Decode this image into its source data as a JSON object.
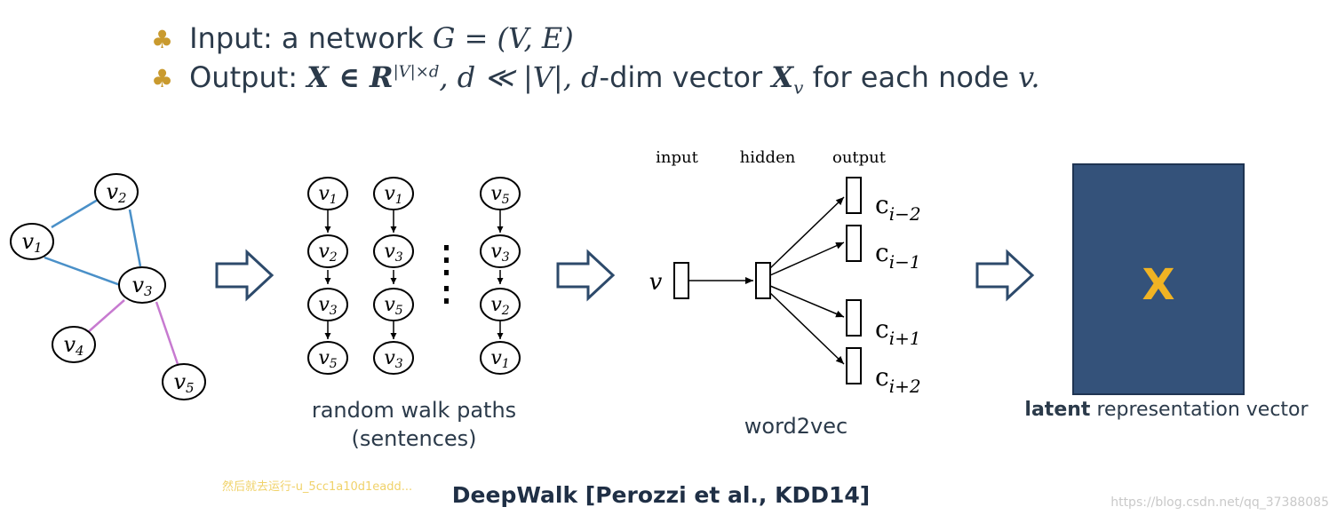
{
  "bullets": {
    "input_label": "Input:",
    "input_text": "a network",
    "input_formula": "G = (V, E)",
    "output_label": "Output:",
    "output_formula": "X ∈ R",
    "output_sup": "|V|×d",
    "output_cond": ", d ≪ |V|,",
    "output_d": "d",
    "output_dim": "-dim vector",
    "output_xv": "X",
    "output_v_sub": "v",
    "output_tail": "for each node",
    "output_node": "v."
  },
  "graph": {
    "nodes": [
      {
        "id": "v1",
        "base": "v",
        "sub": "1"
      },
      {
        "id": "v2",
        "base": "v",
        "sub": "2"
      },
      {
        "id": "v3",
        "base": "v",
        "sub": "3"
      },
      {
        "id": "v4",
        "base": "v",
        "sub": "4"
      },
      {
        "id": "v5",
        "base": "v",
        "sub": "5"
      }
    ],
    "edge_colors": {
      "blue": "#4a90c8",
      "pink": "#c77ad0"
    }
  },
  "walks": {
    "paths": [
      [
        "1",
        "2",
        "3",
        "5"
      ],
      [
        "1",
        "3",
        "5",
        "3"
      ],
      [
        "5",
        "3",
        "2",
        "1"
      ]
    ],
    "caption_line1": "random walk paths",
    "caption_line2": "(sentences)"
  },
  "word2vec": {
    "input_label": "input",
    "hidden_label": "hidden",
    "output_label": "output",
    "v_label": "v",
    "outputs": [
      {
        "base": "c",
        "sub": "i−2"
      },
      {
        "base": "c",
        "sub": "i−1"
      },
      {
        "base": "c",
        "sub": "i+1"
      },
      {
        "base": "c",
        "sub": "i+2"
      }
    ],
    "caption": "word2vec"
  },
  "latent": {
    "symbol": "X",
    "caption_bold": "latent",
    "caption_rest": "representation vector",
    "box_color": "#34527a",
    "symbol_color": "#f0b323"
  },
  "footer": {
    "title": "DeepWalk [Perozzi et al., KDD14]",
    "watermark_left": "然后就去运行-u_5cc1a10d1eadd...",
    "watermark_right": "https://blog.csdn.net/qq_37388085"
  },
  "colors": {
    "text_dark": "#2b3a4a",
    "club": "#c99a2e",
    "arrow_outline": "#2d4a6b"
  }
}
